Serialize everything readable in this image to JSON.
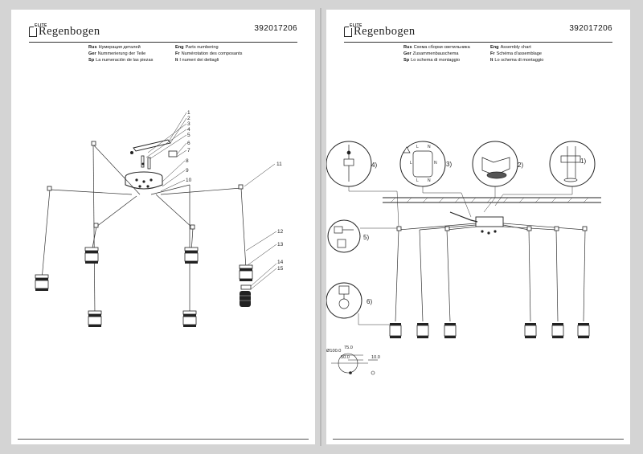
{
  "brand": {
    "small": "ELITE",
    "name": "Regenbogen"
  },
  "article_number": "392017206",
  "left_page": {
    "captions": [
      {
        "code": "Rus",
        "text": "Нумерация деталей"
      },
      {
        "code": "Eng",
        "text": "Parts numbering"
      },
      {
        "code": "Ger",
        "text": "Nummerierung der Teile"
      },
      {
        "code": "Fr",
        "text": "Numérotation des composants"
      },
      {
        "code": "Sp",
        "text": "La numeración de las piezas"
      },
      {
        "code": "It",
        "text": "I numeri dei dettagli"
      }
    ],
    "part_numbers": [
      "1",
      "2",
      "3",
      "4",
      "5",
      "6",
      "7",
      "8",
      "9",
      "10",
      "11",
      "12",
      "13",
      "14",
      "15"
    ]
  },
  "right_page": {
    "captions": [
      {
        "code": "Rus",
        "text": "Схема сборки светильника"
      },
      {
        "code": "Eng",
        "text": "Assembly chart"
      },
      {
        "code": "Ger",
        "text": "Zusammenbauschema"
      },
      {
        "code": "Fr",
        "text": "Schéma d'assemblage"
      },
      {
        "code": "Sp",
        "text": "Lo schema di montaggio"
      },
      {
        "code": "It",
        "text": "Lo schema di montaggio"
      }
    ],
    "steps": [
      "1)",
      "2)",
      "3)",
      "4)",
      "5)",
      "6)"
    ],
    "terminal_labels": [
      "L",
      "N",
      "L",
      "N",
      "L",
      "N"
    ],
    "dimensions": {
      "diameter": "Ø100.0",
      "d1": "75.0",
      "d2": "50.0",
      "d3": "10.0"
    }
  }
}
